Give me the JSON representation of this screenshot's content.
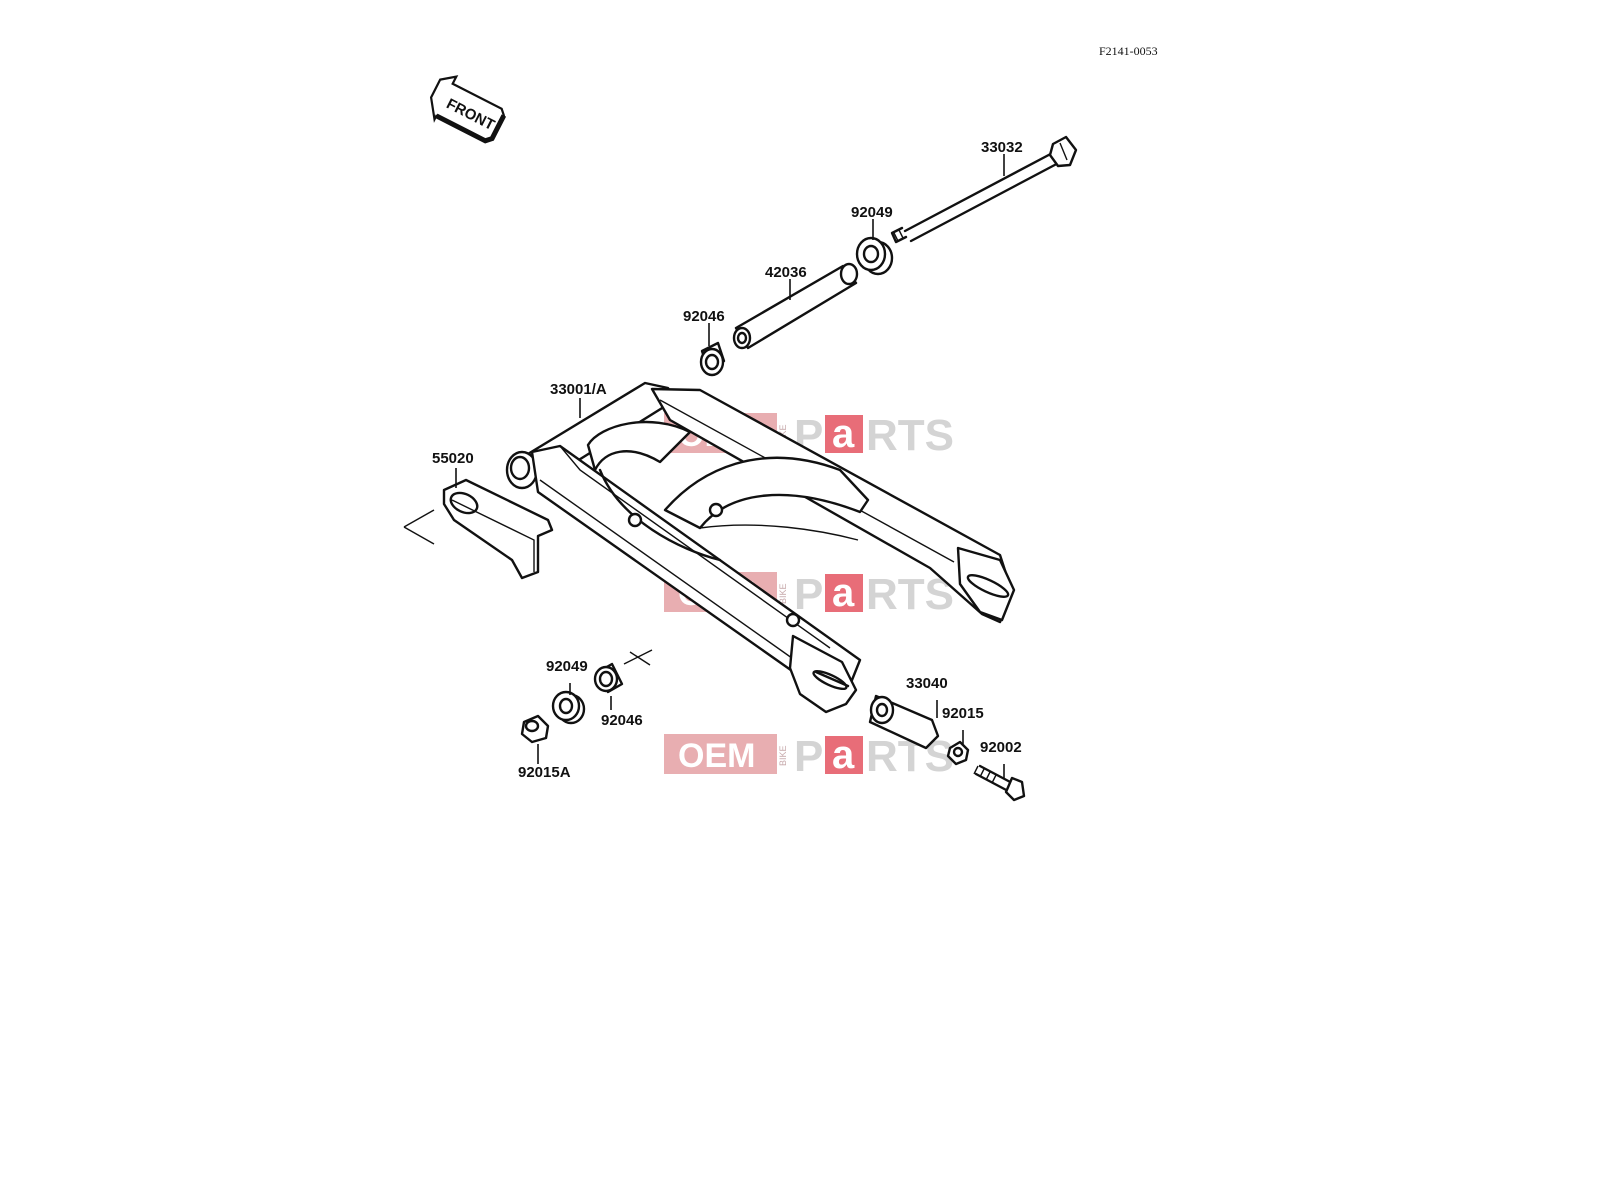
{
  "diagram": {
    "code": "F2141-0053",
    "front_label": "FRONT",
    "part_labels": [
      {
        "id": "33032",
        "text": "33032"
      },
      {
        "id": "92049-top",
        "text": "92049"
      },
      {
        "id": "42036",
        "text": "42036"
      },
      {
        "id": "92046-top",
        "text": "92046"
      },
      {
        "id": "33001A",
        "text": "33001/A"
      },
      {
        "id": "55020",
        "text": "55020"
      },
      {
        "id": "92049-bottom",
        "text": "92049"
      },
      {
        "id": "92046-bottom",
        "text": "92046"
      },
      {
        "id": "92015A",
        "text": "92015A"
      },
      {
        "id": "33040",
        "text": "33040"
      },
      {
        "id": "92015",
        "text": "92015"
      },
      {
        "id": "92002",
        "text": "92002"
      }
    ]
  },
  "watermark": {
    "oem": "OEM",
    "bike": "BIKE",
    "p": "P",
    "a": "a",
    "rts": "RTS",
    "colors": {
      "red": "#e8aeb1",
      "a_box": "#e86d78",
      "gray": "#d4d4d4"
    }
  }
}
